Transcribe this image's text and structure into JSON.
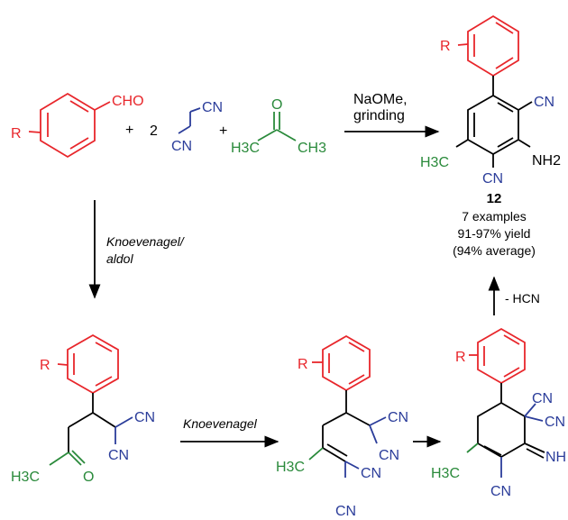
{
  "labels": {
    "r": "R",
    "cho": "CHO",
    "plus": "+",
    "two": "2",
    "cn": "CN",
    "o": "O",
    "h3c": "H3C",
    "ch3": "CH3",
    "nh2": "NH2",
    "nh": "NH"
  },
  "conditions": {
    "top_reagent_1": "NaOMe,",
    "top_reagent_2": "grinding",
    "down_1": "Knoevenagel/",
    "down_2": "aldol",
    "bottom": "Knoevenagel",
    "up": "- HCN"
  },
  "product": {
    "number": "12",
    "examples": "7 examples",
    "yield": "91-97% yield",
    "average": "(94% average)"
  },
  "colors": {
    "aryl": "#e8262b",
    "nitrile": "#2b3d9a",
    "acetone": "#2a8a3b",
    "default": "#000000"
  }
}
